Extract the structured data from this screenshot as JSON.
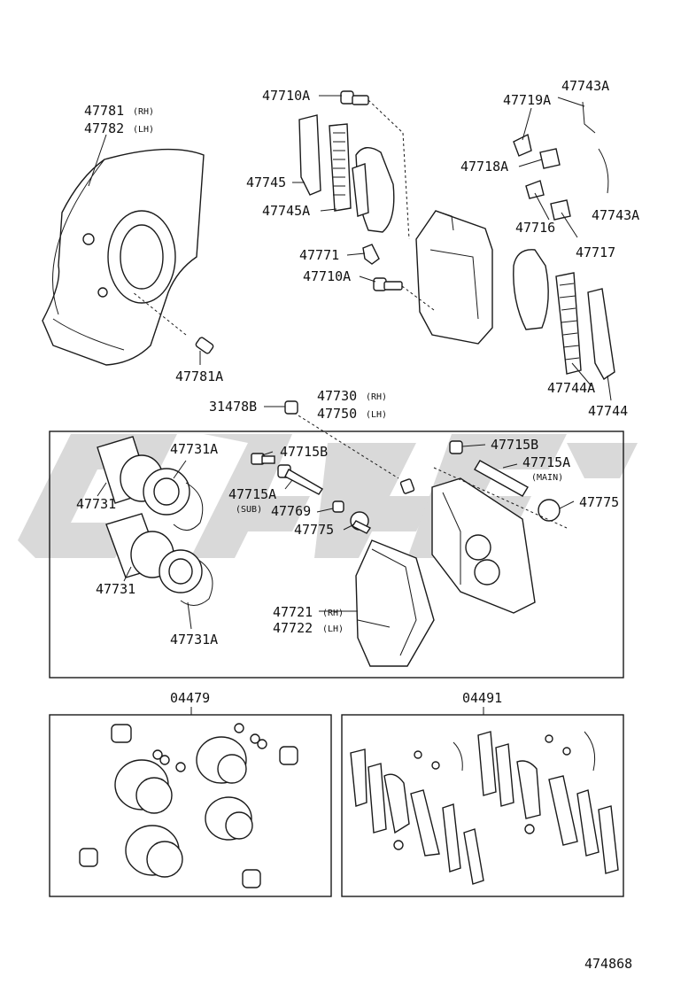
{
  "diagram": {
    "figure_number": "474868",
    "labels": {
      "dust_cover_rh": "47781",
      "dust_cover_rh_side": "(RH)",
      "dust_cover_lh": "47782",
      "dust_cover_lh_side": "(LH)",
      "bolt_47781a": "47781A",
      "bolt_47710a_top": "47710A",
      "shim_47745": "47745",
      "shim_47745a": "47745A",
      "clip_47771": "47771",
      "bolt_47710a_mid": "47710A",
      "spring_47719a": "47719A",
      "clip_47743a_top": "47743A",
      "clip_47718a": "47718A",
      "clip_47743a_right": "47743A",
      "clip_47716": "47716",
      "clip_47717": "47717",
      "shim_47744a": "47744A",
      "shim_47744": "47744",
      "bleeder_31478b": "31478B",
      "caliper_rh": "47730",
      "caliper_rh_side": "(RH)",
      "caliper_lh": "47750",
      "caliper_lh_side": "(LH)",
      "seal_47731a_top": "47731A",
      "piston_47731_top": "47731",
      "piston_47731_bottom": "47731",
      "seal_47731a_bottom": "47731A",
      "bolt_47715b_left": "47715B",
      "pin_47715a_sub": "47715A",
      "pin_47715a_sub_tag": "(SUB)",
      "bush_47769": "47769",
      "boot_47775_left": "47775",
      "bolt_47715b_right": "47715B",
      "pin_47715a_main": "47715A",
      "pin_47715a_main_tag": "(MAIN)",
      "boot_47775_right": "47775",
      "mounting_rh": "47721",
      "mounting_rh_side": "(RH)",
      "mounting_lh": "47722",
      "mounting_lh_side": "(LH)",
      "kit_cylinder": "04479",
      "kit_pad": "04491"
    }
  }
}
